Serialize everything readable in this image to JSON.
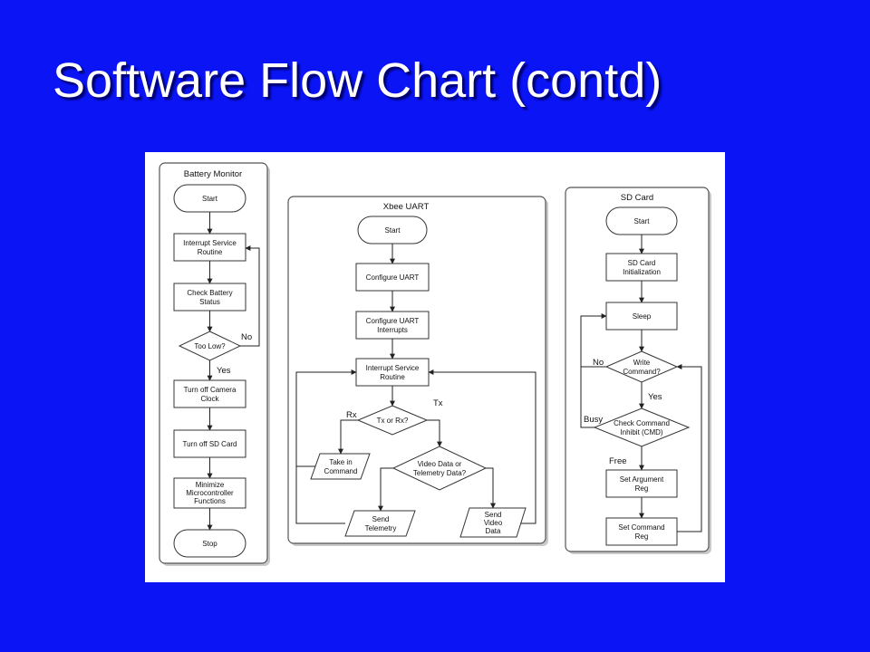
{
  "slide": {
    "title": "Software Flow Chart (contd)"
  },
  "colors": {
    "background": "#0a14f5",
    "title_text": "#ffffff",
    "diagram_bg": "#ffffff"
  },
  "battery": {
    "title": "Battery Monitor",
    "start": "Start",
    "isr": [
      "Interrupt Service",
      "Routine"
    ],
    "check": [
      "Check Battery",
      "Status"
    ],
    "toolow": "Too Low?",
    "no": "No",
    "yes": "Yes",
    "camera": [
      "Turn off Camera",
      "Clock"
    ],
    "sdoff": "Turn off SD Card",
    "minimize": [
      "Minimize",
      "Microcontroller",
      "Functions"
    ],
    "stop": "Stop"
  },
  "xbee": {
    "title": "Xbee UART",
    "start": "Start",
    "configure": "Configure UART",
    "configure_int": [
      "Configure UART",
      "Interrupts"
    ],
    "isr": [
      "Interrupt Service",
      "Routine"
    ],
    "txrx": "Tx or Rx?",
    "rx": "Rx",
    "tx": "Tx",
    "takein": [
      "Take in",
      "Command"
    ],
    "videoq": [
      "Video Data or",
      "Telemetry Data?"
    ],
    "sendtel": [
      "Send",
      "Telemetry"
    ],
    "sendvid": [
      "Send",
      "Video",
      "Data"
    ]
  },
  "sd": {
    "title": "SD Card",
    "start": "Start",
    "init": [
      "SD Card",
      "Initialization"
    ],
    "sleep": "Sleep",
    "write": [
      "Write",
      "Command?"
    ],
    "no": "No",
    "yes": "Yes",
    "busy": "Busy",
    "check": [
      "Check Command",
      "Inhibit (CMD)"
    ],
    "free": "Free",
    "setarg": [
      "Set Argument",
      "Reg"
    ],
    "setcmd": [
      "Set Command",
      "Reg"
    ]
  }
}
